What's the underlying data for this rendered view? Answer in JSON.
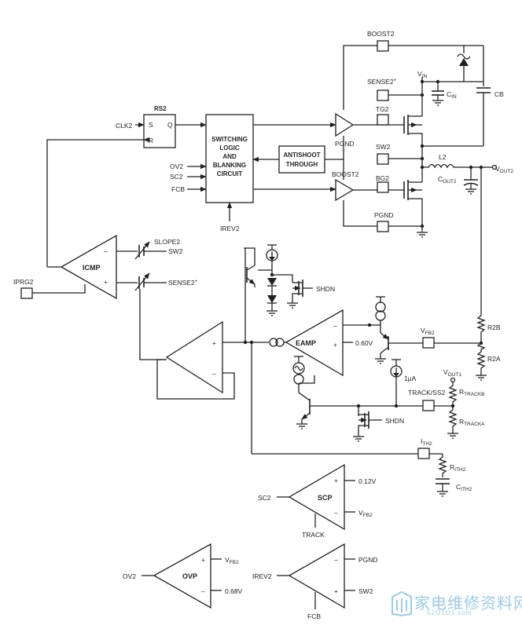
{
  "labels": {
    "boost2_top": "BOOST2",
    "vin": "V",
    "vin_sub": "IN",
    "sense2p": "SENSE2",
    "sense2p_sup": "+",
    "cin": "C",
    "cin_sub": "IN",
    "cb": "CB",
    "rs2": "RS2",
    "clk2": "CLK2",
    "s": "S",
    "q": "Q",
    "r": "R",
    "sw_logic": [
      "SWITCHING",
      "LOGIC",
      "AND",
      "BLANKING",
      "CIRCUIT"
    ],
    "tg2": "TG2",
    "pgnd1": "PGND",
    "antishoot": [
      "ANTISHOOT",
      "THROUGH"
    ],
    "sw2_pin": "SW2",
    "l2": "L2",
    "vout2": "V",
    "vout2_sub": "OUT2",
    "cout2": "C",
    "cout2_sub": "OUT2",
    "ov2": "OV2",
    "sc2": "SC2",
    "fcb": "FCB",
    "boost2_mid": "BOOST2",
    "bg2": "BG2",
    "pgnd_pin": "PGND",
    "irev2": "IREV2",
    "slope2": "SLOPE2",
    "sw2_icmp": "SW2",
    "icmp": "ICMP",
    "sense2p_icmp": "SENSE2",
    "sense2p_icmp_sup": "+",
    "iprg2": "IPRG2",
    "shdn1": "SHDN",
    "r2b": "R2B",
    "r2a": "R2A",
    "vfb2": "V",
    "vfb2_sub": "FB2",
    "eamp": "EAMP",
    "v060": "0.60V",
    "one_ua": "1μA",
    "vout1": "V",
    "vout1_sub": "OUT1",
    "rtrackb": "R",
    "rtrackb_sub": "TRACKB",
    "track_ss2": "TRACK/SS2",
    "rtracka": "R",
    "rtracka_sub": "TRACKA",
    "shdn2": "SHDN",
    "ith2": "I",
    "ith2_sub": "TH2",
    "rith2": "R",
    "rith2_sub": "ITH2",
    "cith2": "C",
    "cith2_sub": "ITH2",
    "v012": "0.12V",
    "sc2_scp": "SC2",
    "scp": "SCP",
    "vfb2_scp": "V",
    "vfb2_scp_sub": "FB2",
    "track": "TRACK",
    "ov2_ovp": "OV2",
    "ovp": "OVP",
    "vfb2_ovp": "V",
    "vfb2_ovp_sub": "FB2",
    "v068": "0.68V",
    "irev2_cmp": "IREV2",
    "pgnd_cmp": "PGND",
    "sw2_cmp": "SW2",
    "fcb_cmp": "FCB",
    "plus": "+",
    "minus": "–"
  },
  "watermark": {
    "chinese": "家电维修资料网",
    "url": "52O1O1.com"
  }
}
